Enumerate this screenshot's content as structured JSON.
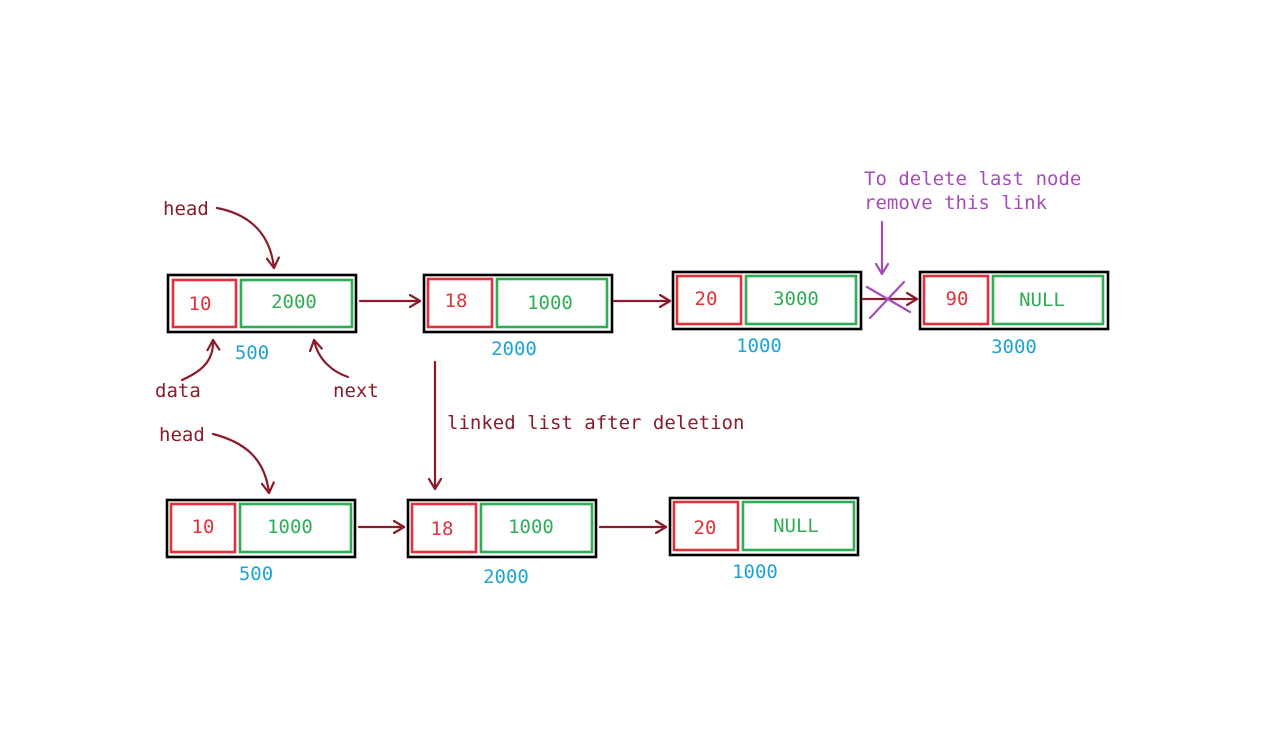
{
  "colors": {
    "node_border": "#000000",
    "data": "#e0313a",
    "next": "#2fad56",
    "address": "#1fa3d6",
    "pointer": "#8b1a2a",
    "annotation": "#a64cb8"
  },
  "top_list": {
    "head_label": "head",
    "data_label": "data",
    "next_label": "next",
    "nodes": [
      {
        "data": "10",
        "next": "2000",
        "address": "500"
      },
      {
        "data": "18",
        "next": "1000",
        "address": "2000"
      },
      {
        "data": "20",
        "next": "3000",
        "address": "1000"
      },
      {
        "data": "90",
        "next": "NULL",
        "address": "3000"
      }
    ]
  },
  "annotation": {
    "line1": "To delete last node",
    "line2": "remove this link"
  },
  "transition_label": "linked list after deletion",
  "bottom_list": {
    "head_label": "head",
    "nodes": [
      {
        "data": "10",
        "next": "1000",
        "address": "500"
      },
      {
        "data": "18",
        "next": "1000",
        "address": "2000"
      },
      {
        "data": "20",
        "next": "NULL",
        "address": "1000"
      }
    ]
  }
}
